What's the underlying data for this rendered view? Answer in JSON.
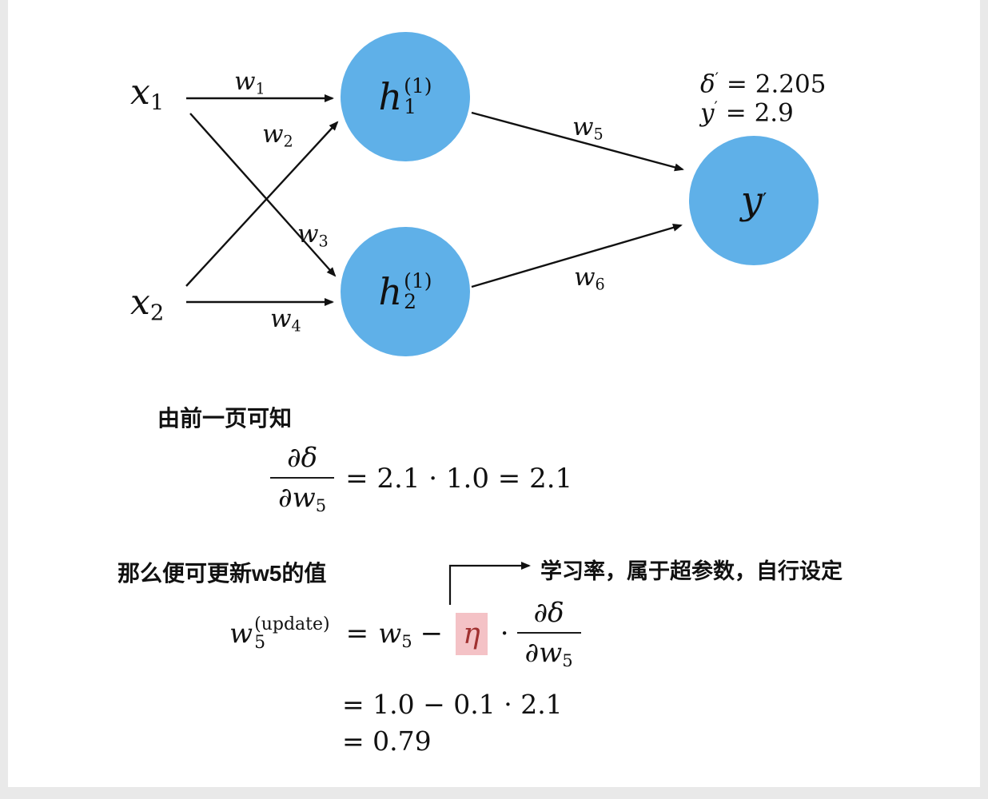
{
  "page": {
    "bg_color": "#e9e9e9",
    "slide_bg": "#ffffff",
    "node_color": "#5fb0e8",
    "eta_bg": "#f4c2c6",
    "eta_color": "#a03030"
  },
  "network": {
    "inputs": [
      {
        "base": "x",
        "sub": "1"
      },
      {
        "base": "x",
        "sub": "2"
      }
    ],
    "hidden": [
      {
        "base": "h",
        "sub": "1",
        "sup": "(1)"
      },
      {
        "base": "h",
        "sub": "2",
        "sup": "(1)"
      }
    ],
    "output": {
      "base": "y",
      "prime": "′"
    },
    "weights": [
      {
        "base": "w",
        "sub": "1"
      },
      {
        "base": "w",
        "sub": "2"
      },
      {
        "base": "w",
        "sub": "3"
      },
      {
        "base": "w",
        "sub": "4"
      },
      {
        "base": "w",
        "sub": "5"
      },
      {
        "base": "w",
        "sub": "6"
      }
    ],
    "annotation": {
      "l1_sym": "δ",
      "prime": "′",
      "l1_val": " = 2.205",
      "l2_sym": "y",
      "l2_val": " = 2.9"
    }
  },
  "text": {
    "known_label": "由前一页可知",
    "update_label": "那么便可更新w5的值",
    "lr_note": "学习率，属于超参数，自行设定"
  },
  "formula1": {
    "num": "∂δ",
    "den_base": "∂w",
    "den_sub": "5",
    "rhs": "= 2.1 · 1.0 = 2.1"
  },
  "formula2": {
    "lhs_base": "w",
    "lhs_sub": "5",
    "lhs_sup": "(update)",
    "eq": "=",
    "w_base": "w",
    "w_sub": "5",
    "minus": "−",
    "eta": "η",
    "dot": "·",
    "num": "∂δ",
    "den_base": "∂w",
    "den_sub": "5"
  },
  "formula3": "= 1.0 − 0.1 · 2.1",
  "formula4": "= 0.79"
}
